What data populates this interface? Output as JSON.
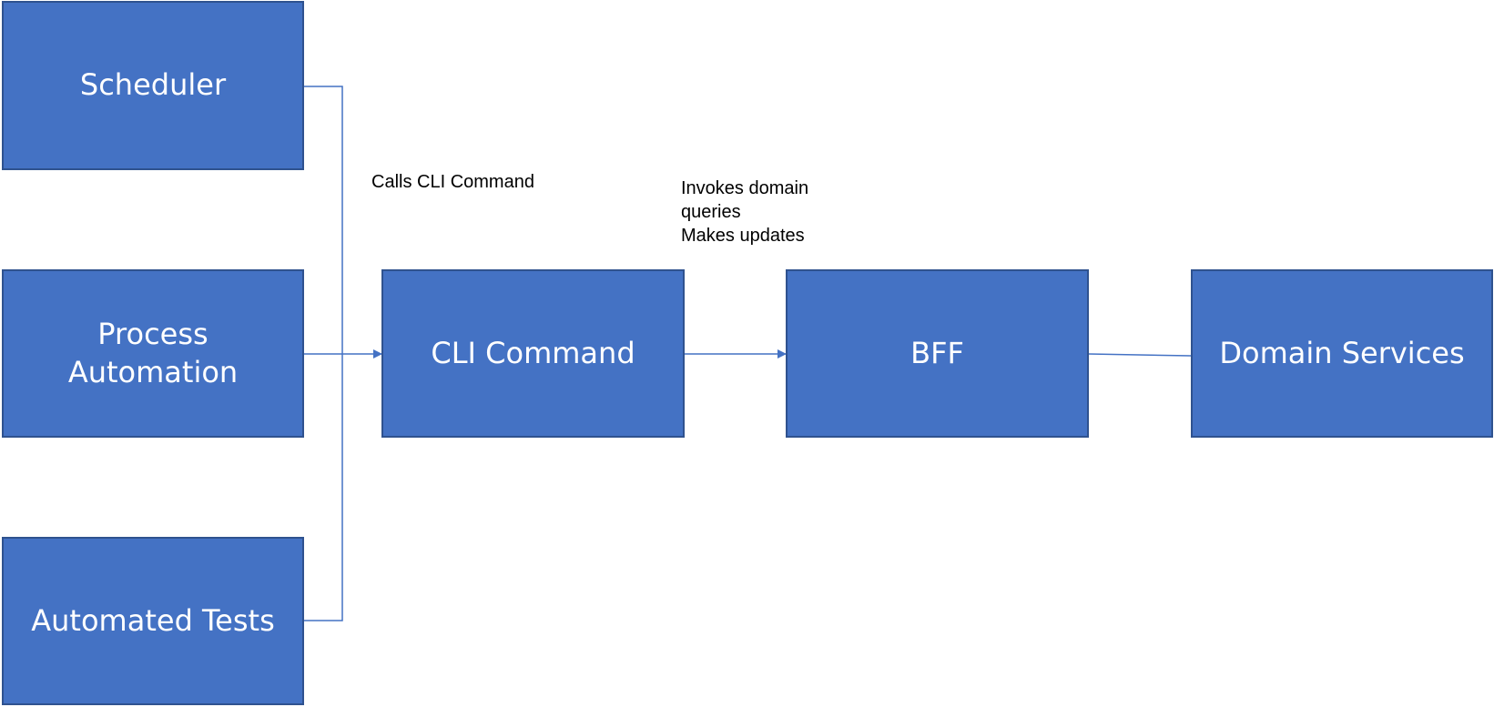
{
  "nodes": {
    "scheduler": "Scheduler",
    "process_automation": "Process\nAutomation",
    "automated_tests": "Automated Tests",
    "cli_command": "CLI Command",
    "bff": "BFF",
    "domain_services": "Domain Services"
  },
  "edge_labels": {
    "calls_cli": "Calls CLI Command",
    "invokes": "Invokes domain\nqueries\nMakes updates"
  },
  "colors": {
    "box_fill": "#4472c4",
    "box_border": "#2f528f",
    "connector": "#4472c4"
  }
}
